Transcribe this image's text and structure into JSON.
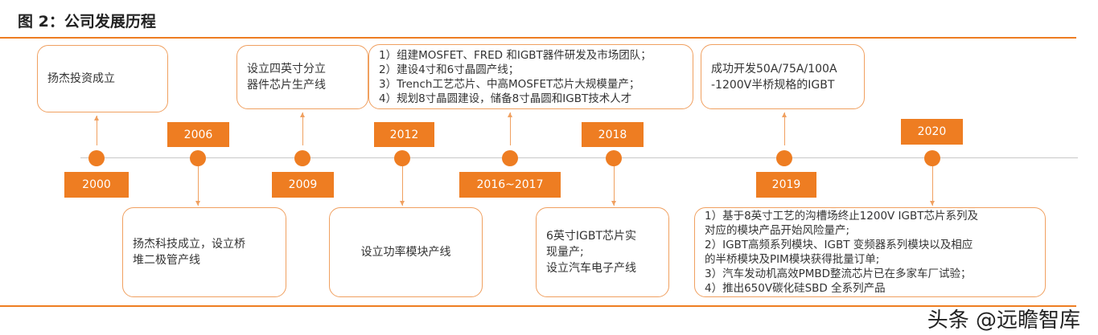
{
  "title": "图 2：公司发展历程",
  "accent": "#ee7d22",
  "milestones": [
    {
      "year": "2000",
      "text": [
        "扬杰投资成立"
      ]
    },
    {
      "year": "2006",
      "text": [
        "扬杰科技成立，设立桥",
        "堆二极管产线"
      ]
    },
    {
      "year": "2009",
      "text": [
        "设立四英寸分立",
        "器件芯片生产线"
      ]
    },
    {
      "year": "2012",
      "text": [
        "设立功率模块产线"
      ]
    },
    {
      "year": "2016~2017",
      "text": [
        "1）组建MOSFET、FRED 和IGBT器件研发及市场团队；",
        "2）建设4寸和6寸晶圆产线；",
        "3）Trench工艺芯片、中高MOSFET芯片大规模量产；",
        "4）规划8寸晶圆建设，储备8寸晶圆和IGBT技术人才"
      ]
    },
    {
      "year": "2018",
      "text": [
        "6英寸IGBT芯片实",
        "现量产;",
        "设立汽车电子产线"
      ]
    },
    {
      "year": "2019",
      "text": [
        "成功开发50A/75A/100A",
        "-1200V半桥规格的IGBT"
      ]
    },
    {
      "year": "2020",
      "text": [
        "1）基于8英寸工艺的沟槽场终止1200V IGBT芯片系列及",
        "对应的模块产品开始风险量产;",
        "2）IGBT高频系列模块、IGBT 变频器系列模块以及相应",
        "的半桥模块及PIM模块获得批量订单;",
        "3）汽车发动机高效PMBD整流芯片已在多家车厂试验；",
        "4）推出650V碳化硅SBD 全系列产品"
      ]
    }
  ],
  "watermark": "头条 @远瞻智库"
}
